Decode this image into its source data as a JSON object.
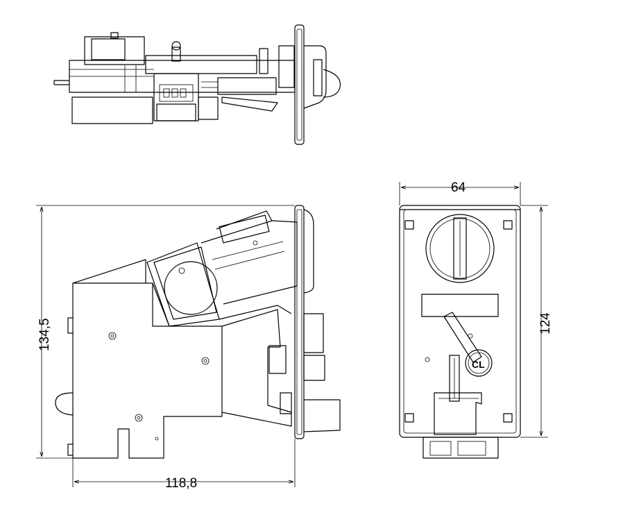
{
  "dimensions": {
    "top_width": "64",
    "right_height": "124",
    "left_height": "134,5",
    "bottom_width": "118,8"
  },
  "front_view": {
    "logo_text": "CL"
  }
}
